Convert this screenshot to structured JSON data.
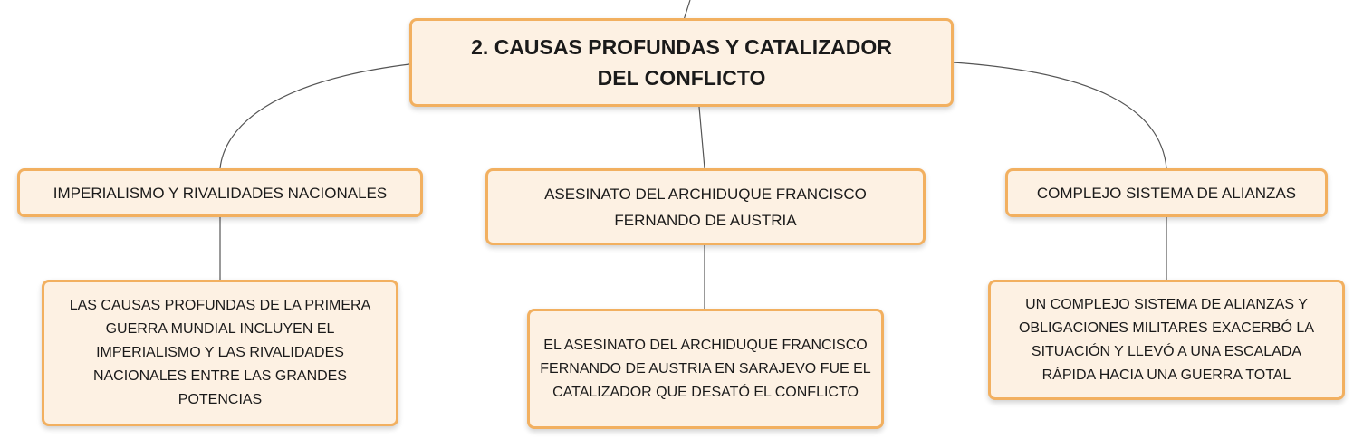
{
  "root": {
    "title": "2. CAUSAS PROFUNDAS Y CATALIZADOR DEL CONFLICTO"
  },
  "branches": [
    {
      "title": "IMPERIALISMO Y RIVALIDADES NACIONALES",
      "detail": "LAS CAUSAS PROFUNDAS DE LA PRIMERA GUERRA MUNDIAL INCLUYEN EL IMPERIALISMO Y LAS RIVALIDADES NACIONALES ENTRE LAS GRANDES POTENCIAS"
    },
    {
      "title": "ASESINATO DEL ARCHIDUQUE FRANCISCO FERNANDO DE AUSTRIA",
      "detail": "EL ASESINATO DEL ARCHIDUQUE FRANCISCO FERNANDO DE AUSTRIA EN SARAJEVO FUE EL CATALIZADOR QUE DESATÓ EL CONFLICTO"
    },
    {
      "title": "COMPLEJO SISTEMA DE ALIANZAS",
      "detail": "UN COMPLEJO SISTEMA DE ALIANZAS Y OBLIGACIONES MILITARES EXACERBÓ LA SITUACIÓN Y LLEVÓ A UNA ESCALADA RÁPIDA HACIA UNA GUERRA TOTAL"
    }
  ],
  "colors": {
    "node_fill": "#fdf1e3",
    "node_border": "#f2b060",
    "connector": "#555555",
    "text": "#1a1a1a"
  }
}
